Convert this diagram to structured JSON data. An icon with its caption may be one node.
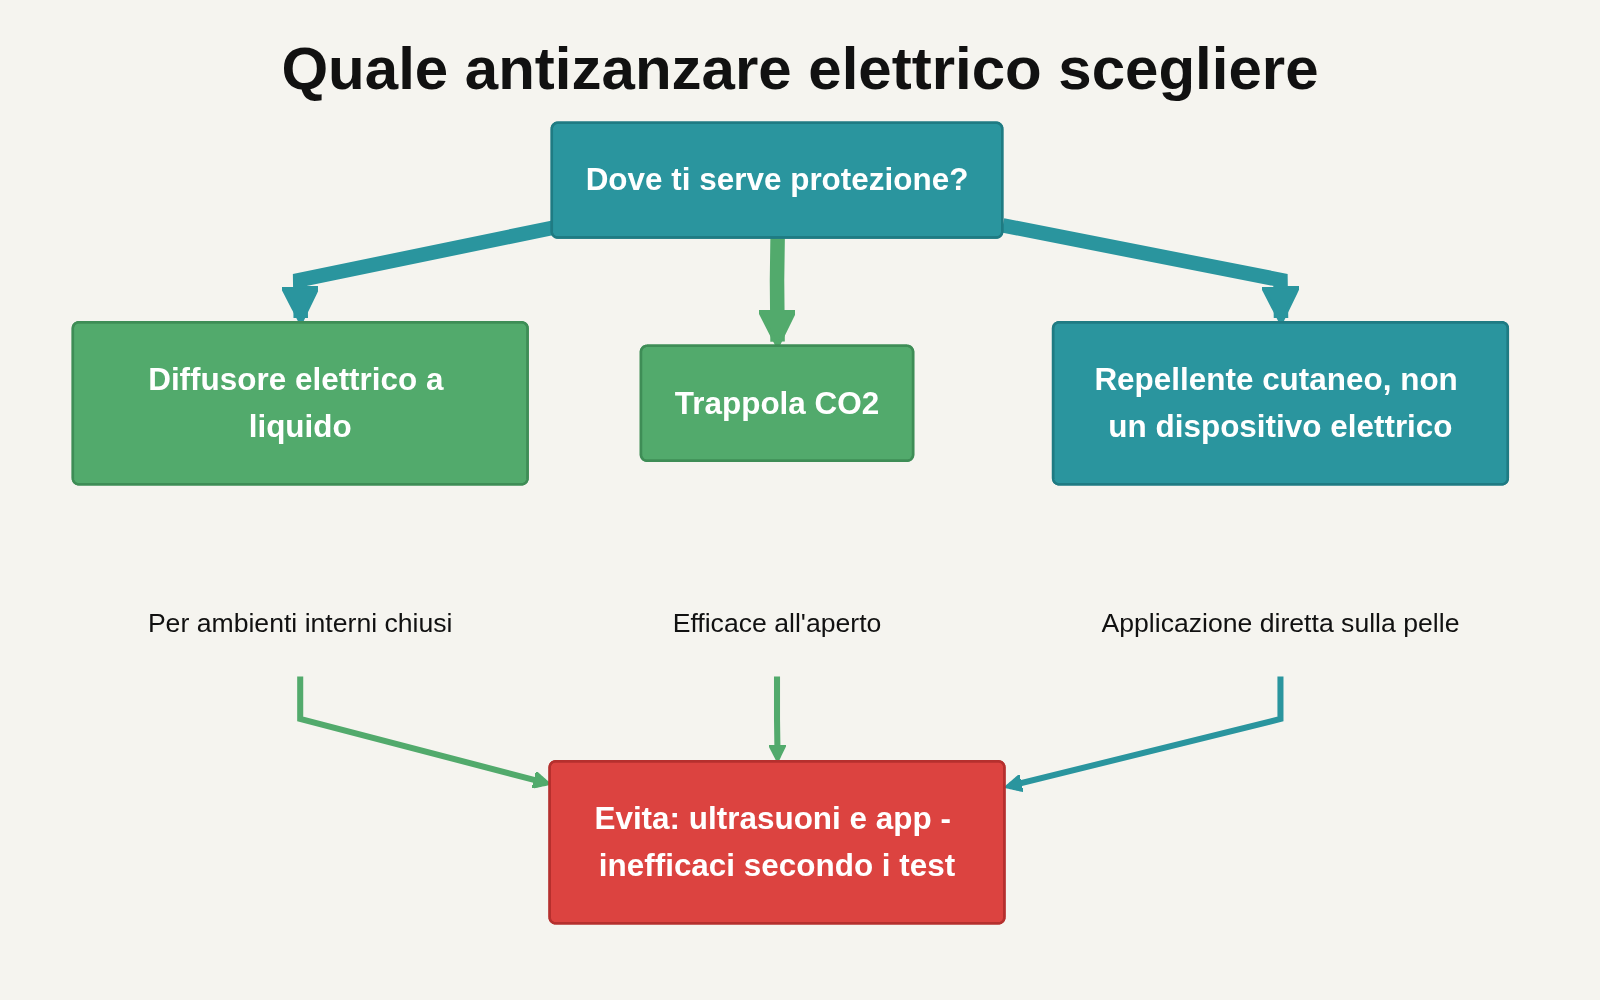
{
  "diagram": {
    "title": "Quale antizanzare elettrico scegliere",
    "nodes": [
      {
        "text": [
          "Dove ti serve protezione?"
        ]
      },
      {
        "text": [
          "Diffusore elettrico a liquido"
        ]
      },
      {
        "text": [
          "Trappola CO2"
        ]
      },
      {
        "text": [
          "Repellente cutaneo, non un dispositivo elettrico"
        ]
      },
      {
        "text": [
          "Per ambienti interni chiusi"
        ]
      },
      {
        "text": [
          "Efficace all'aperto"
        ]
      },
      {
        "text": [
          "Applicazione diretta sulla pelle"
        ]
      },
      {
        "text": [
          "Evita: ultrasuoni e app - inefficaci secondo i test"
        ]
      }
    ],
    "edges": [
      {
        "from": 0,
        "to": 1,
        "arrow": "to",
        "style": "thick",
        "color": "#2a959e"
      },
      {
        "from": 0,
        "to": 2,
        "arrow": "to",
        "style": "thick",
        "color": "#52aa6c"
      },
      {
        "from": 0,
        "to": 3,
        "arrow": "to",
        "style": "thick",
        "color": "#2a959e"
      },
      {
        "from": 4,
        "to": 7,
        "arrow": "to",
        "color": "#52aa6c"
      },
      {
        "from": 5,
        "to": 7,
        "arrow": "to",
        "color": "#52aa6c"
      },
      {
        "from": 6,
        "to": 7,
        "arrow": "to",
        "color": "#2a959e"
      }
    ]
  }
}
